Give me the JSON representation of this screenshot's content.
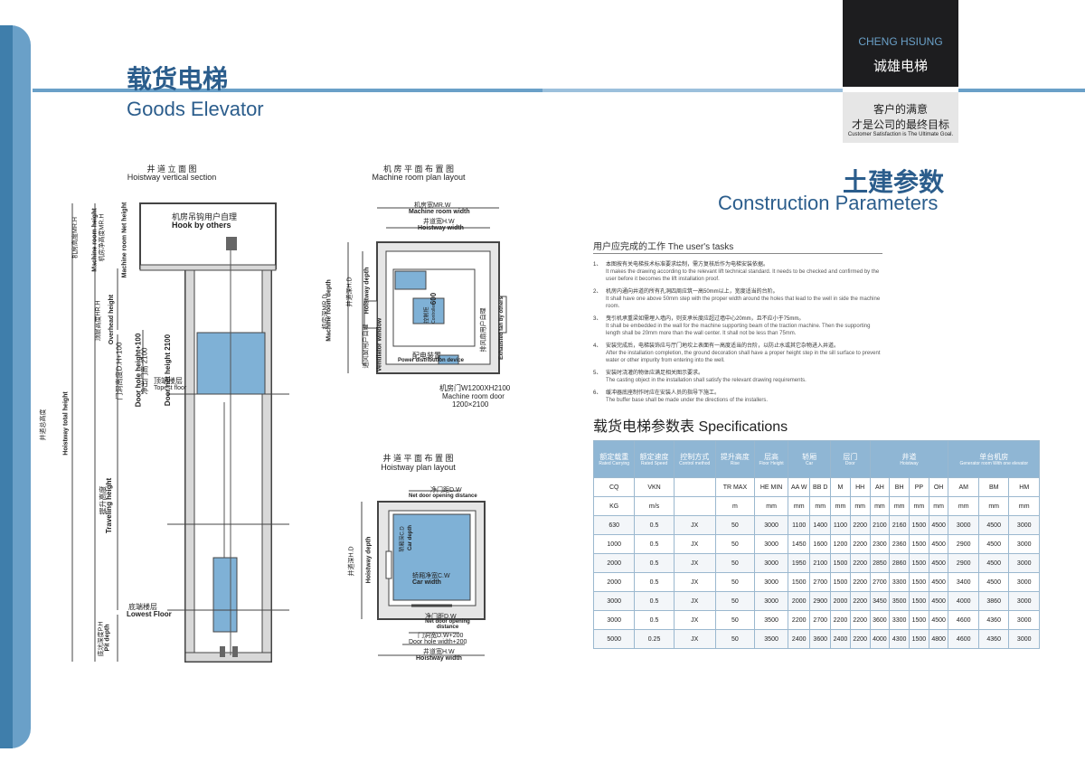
{
  "header": {
    "title_cn": "载货电梯",
    "title_en": "Goods Elevator",
    "brand_en": "CHENG HSIUNG",
    "brand_cn": "诚雄电梯",
    "slogan_cn1": "客户的满意",
    "slogan_cn2": "才是公司的最终目标",
    "slogan_en": "Customer Satisfaction is The Ultimate Goal.",
    "section_cn": "土建参数",
    "section_en": "Construction Parameters"
  },
  "colors": {
    "accent": "#6aa0c8",
    "dark": "#1d1d1f",
    "table_head": "#8fb6d4"
  },
  "diagrams": {
    "vertical": {
      "title_cn": "井 道 立 面 图",
      "title_en": "Hoistway vertical section",
      "hook_cn": "机房吊钩用户自理",
      "hook_en": "Hook by others",
      "mr_height": "机房高度MR.H",
      "mr_height_en": "Machine room height",
      "mr_net": "机房净高度MR.H",
      "mr_net_en": "Machine room Net height",
      "overhead": "顶层高度HR.H",
      "overhead_en": "Overhead height",
      "door_hole": "门洞高度D.H+100",
      "door_hole_en": "Door hole height+100",
      "door_net": "净出门高 2100",
      "door_net_en": "Door net height 2100",
      "topest_cn": "顶端楼层",
      "topest_en": "Topest floor",
      "total": "井道总高度",
      "total_en": "Hoistway total height",
      "travel": "提升高度",
      "travel_en": "Traveling height",
      "lowest_cn": "底端楼层",
      "lowest_en": "Lowest Floor",
      "pit": "底坑深度P.H",
      "pit_en": "Pit depth"
    },
    "machine": {
      "title_cn": "机 房 平 面 布 置 图",
      "title_en": "Machine room plan layout",
      "mr_width_cn": "机房宽MR.W",
      "mr_width_en": "Machine room width",
      "hw_width_cn": "井道宽H.W",
      "hw_width_en": "Hoistway width",
      "mr_depth_cn": "机房深MR.D",
      "mr_depth_en": "Machine room depth",
      "hw_depth_cn": "井道深H.D",
      "hw_depth_en": "Hoistway depth",
      "vent_cn": "通风窗用户自理",
      "vent_en": "Ventilator window",
      "exhaust_cn": "排风扇用户自理",
      "exhaust_en": "Exhausted fan by others",
      "dist_cn": "配电装置",
      "dist_en": "Power distribution device",
      "ctrl_cn": "控制柜",
      "ctrl_en": "Controller",
      "dim600": "600",
      "door_cn": "机房门W1200XH2100",
      "door_en": "Machine room door",
      "door_dim": "1200×2100"
    },
    "plan": {
      "title_cn": "井 道 平 面 布 置 图",
      "title_en": "Hoistway plan layout",
      "net_door_cn": "净门距D.W",
      "net_door_en": "Net door opening distance",
      "car_depth_cn": "轿厢深C.D",
      "car_depth_en": "Car depth",
      "car_width_cn": "轿厢净宽C.W",
      "car_width_en": "Car width",
      "hw_depth_cn": "井道深H.D",
      "hw_depth_en": "Hoistway depth",
      "net_door2_cn": "净门距D.W",
      "net_door2_en": "Net door opening distance",
      "hole_cn": "门洞宽D.W+200",
      "hole_en": "Door hole width+200",
      "hw_width_cn": "井道宽H.W",
      "hw_width_en": "Hoistway width"
    }
  },
  "tasks": {
    "heading_cn": "用户应完成的工作",
    "heading_en": "The user's tasks",
    "items": [
      {
        "n": "1、",
        "zh": "本图按有关电梯技术标准要求绘制，需方复核后作为电梯安装依据。",
        "en": "It makes the drawing according to the relevant lift technical standard. It needs to be checked and confirmed by the user before it becomes the lift installation proof."
      },
      {
        "n": "2、",
        "zh": "机房内通向井道的所有孔洞四周应筑一高50mm以上，宽度适当的台阶。",
        "en": "It shall have one above 50mm step with the proper width around the holes that lead to the well in side the machine room."
      },
      {
        "n": "3、",
        "zh": "曳引机承重梁如需埋入墙内，则支承长度应超过墙中心20mm，且不应小于75mm。",
        "en": "It shall be embedded in the wall for the machine supporting beam of the traction machine. Then the supporting length shall be 20mm more than the wall center. It shall not be less than 75mm."
      },
      {
        "n": "4、",
        "zh": "安装完成后，电梯装饰应与厅门地坎上表面有一高度适当的台阶，以防止水或其它杂物进入井道。",
        "en": "After the installation completion, the ground decoration shall have a proper height step in the sill surface to prevent water or other impurity from entering into the well."
      },
      {
        "n": "5、",
        "zh": "安装时浇灌的物体应满足相关图示要求。",
        "en": "The casting object in the installation shall satisfy the relevant drawing requirements."
      },
      {
        "n": "6、",
        "zh": "缓冲器底座制作时应在安装人员的指导下施工。",
        "en": "The buffer base shall be made under the directions of the installers."
      }
    ]
  },
  "spec": {
    "title": "载货电梯参数表 Specifications",
    "head": [
      {
        "cn": "额定载重",
        "en": "Rated Carrying",
        "span": 1
      },
      {
        "cn": "额定速度",
        "en": "Rated Speed",
        "span": 1
      },
      {
        "cn": "控制方式",
        "en": "Control method",
        "span": 1
      },
      {
        "cn": "提升高度",
        "en": "Rise",
        "span": 1
      },
      {
        "cn": "层高",
        "en": "Floor Height",
        "span": 1
      },
      {
        "cn": "轿厢",
        "en": "Car",
        "span": 2
      },
      {
        "cn": "层门",
        "en": "Door",
        "span": 2
      },
      {
        "cn": "井道",
        "en": "Hoistway",
        "span": 4
      },
      {
        "cn": "单台机房",
        "en": "Generator room With one elevator",
        "span": 3
      }
    ],
    "codes": [
      "CQ",
      "VKN",
      "",
      "TR MAX",
      "HE MIN",
      "AA W",
      "BB D",
      "M",
      "HH",
      "AH",
      "BH",
      "PP",
      "OH",
      "AM",
      "BM",
      "HM"
    ],
    "units": [
      "KG",
      "m/s",
      "",
      "m",
      "mm",
      "mm",
      "mm",
      "mm",
      "mm",
      "mm",
      "mm",
      "mm",
      "mm",
      "mm",
      "mm",
      "mm"
    ],
    "rows": [
      [
        "630",
        "0.5",
        "JX",
        "50",
        "3000",
        "1100",
        "1400",
        "1100",
        "2200",
        "2100",
        "2160",
        "1500",
        "4500",
        "3000",
        "4500",
        "3000"
      ],
      [
        "1000",
        "0.5",
        "JX",
        "50",
        "3000",
        "1450",
        "1600",
        "1200",
        "2200",
        "2300",
        "2360",
        "1500",
        "4500",
        "2900",
        "4500",
        "3000"
      ],
      [
        "2000",
        "0.5",
        "JX",
        "50",
        "3000",
        "1950",
        "2100",
        "1500",
        "2200",
        "2850",
        "2860",
        "1500",
        "4500",
        "2900",
        "4500",
        "3000"
      ],
      [
        "2000",
        "0.5",
        "JX",
        "50",
        "3000",
        "1500",
        "2700",
        "1500",
        "2200",
        "2700",
        "3300",
        "1500",
        "4500",
        "3400",
        "4500",
        "3000"
      ],
      [
        "3000",
        "0.5",
        "JX",
        "50",
        "3000",
        "2000",
        "2900",
        "2000",
        "2200",
        "3450",
        "3500",
        "1500",
        "4500",
        "4000",
        "3860",
        "3000"
      ],
      [
        "3000",
        "0.5",
        "JX",
        "50",
        "3500",
        "2200",
        "2700",
        "2200",
        "2200",
        "3600",
        "3300",
        "1500",
        "4500",
        "4600",
        "4360",
        "3000"
      ],
      [
        "5000",
        "0.25",
        "JX",
        "50",
        "3500",
        "2400",
        "3600",
        "2400",
        "2200",
        "4000",
        "4300",
        "1500",
        "4800",
        "4600",
        "4360",
        "3000"
      ]
    ]
  }
}
